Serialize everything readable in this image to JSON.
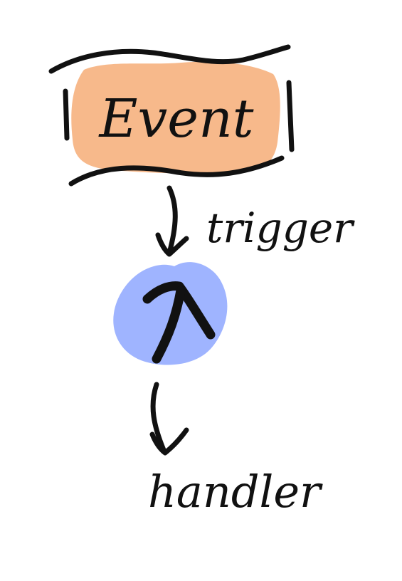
{
  "diagram": {
    "event_label": "Event",
    "trigger_label": "trigger",
    "handler_label": "handler",
    "lambda_symbol": "λ"
  },
  "colors": {
    "event_fill": "#f7b98b",
    "lambda_fill": "#9fb4ff",
    "ink": "#111111",
    "background": "#ffffff"
  },
  "icons": {
    "lambda": "lambda-icon",
    "arrows": "down-arrow-icon"
  }
}
